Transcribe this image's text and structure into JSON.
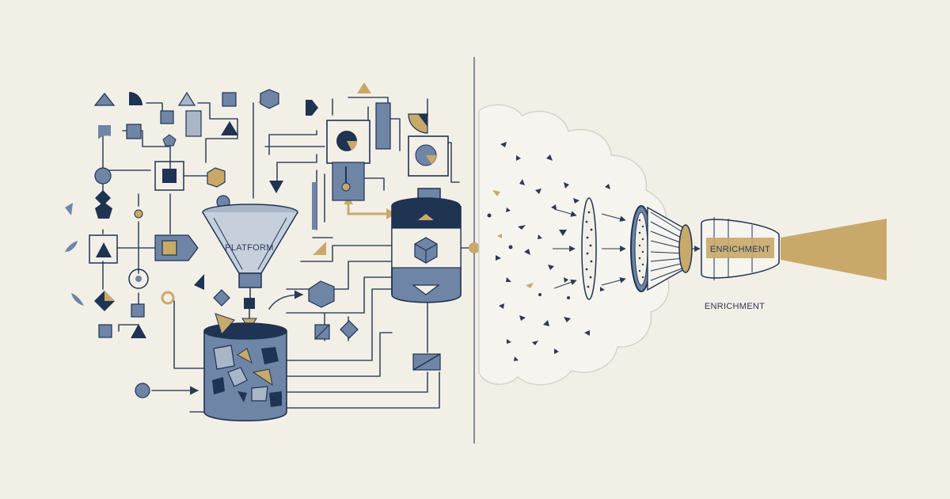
{
  "labels": {
    "funnel": "PLATFORM",
    "enrichment_cone": "ENRICHMENT",
    "enrichment_caption": "ENRICHMENT"
  },
  "colors": {
    "background": "#f2efe7",
    "navy": "#1f3352",
    "slate": "#6f85a6",
    "slate_light": "#a9b6c8",
    "gold": "#c9a96a",
    "line": "#3a4a62"
  }
}
